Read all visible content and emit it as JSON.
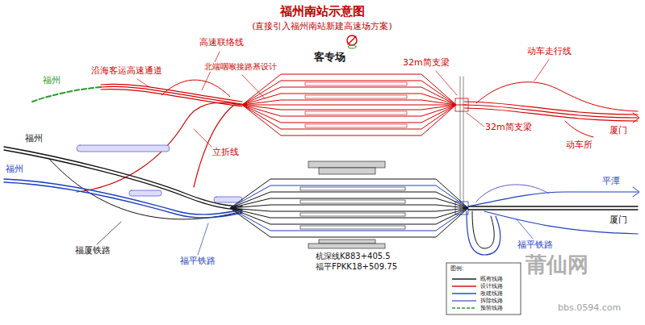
{
  "diagram": {
    "title": "福州南站示意图",
    "caption": "(直接引入福州南站新建高速场方案)",
    "labels": [
      "高速联络线",
      "沿海客运高速通道",
      "北端咽喉接路基设计",
      "客专场",
      "32m简支梁",
      "动车走行线",
      "福州",
      "福州",
      "福州",
      "立折线",
      "32m简支梁",
      "厦门",
      "动车所",
      "平潭",
      "厦门",
      "福平铁路",
      "福厦铁路",
      "福平铁路",
      "杭深线K883+405.5",
      "福平FPKK18+509.75",
      "图例:",
      "莆仙网",
      "bbs.0594.com"
    ],
    "legend": [
      {
        "text": "既有线路"
      },
      {
        "text": "设计线路"
      },
      {
        "text": "改建线路"
      },
      {
        "text": "拆除线路"
      },
      {
        "text": "预留线路"
      }
    ]
  }
}
